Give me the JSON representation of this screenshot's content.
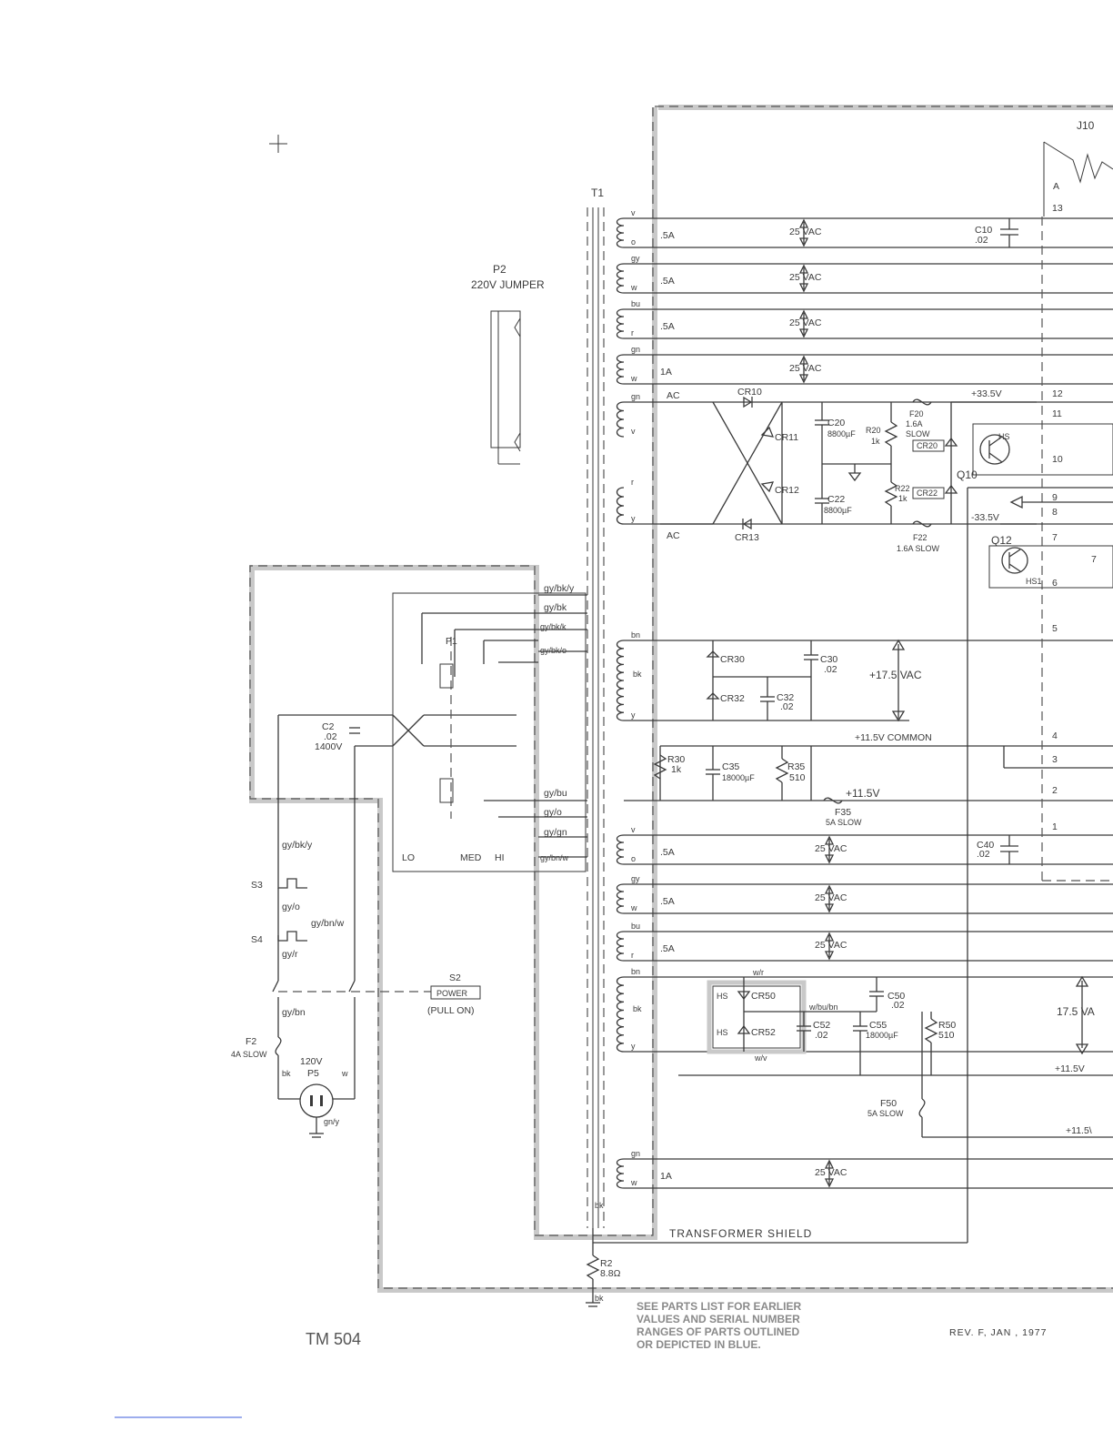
{
  "labels": {
    "j10": "J10",
    "t1": "T1",
    "p2_ref": "P2",
    "p2_desc": "220V JUMPER",
    "transformer_shield": "TRANSFORMER SHIELD",
    "tm504": "TM 504",
    "rev": "REV. F, JAN , 1977",
    "note_lines": [
      "SEE PARTS LIST FOR EARLIER",
      "VALUES AND SERIAL NUMBER",
      "RANGES OF PARTS OUTLINED",
      "OR DEPICTED IN BLUE."
    ],
    "vac_25": "25 VAC",
    "fuse_05a": ".5A",
    "fuse_1a": "1A",
    "ac": "AC",
    "plus_33_5v": "+33.5V",
    "minus_33_5v": "-33.5V",
    "cr10": "CR10",
    "cr11": "CR11",
    "cr12": "CR12",
    "cr13": "CR13",
    "c20": "C20",
    "c20_val": "8800µF",
    "c22": "C22",
    "c22_val": "8800µF",
    "r20": "R20",
    "r20_val": "1k",
    "r22": "R22",
    "r22_val": "1k",
    "f20": "F20",
    "f20_val": "1.6A",
    "f20_slow": "SLOW",
    "cr20": "CR20",
    "cr22": "CR22",
    "f22": "F22",
    "f22_val": "1.6A SLOW",
    "q10": "Q10",
    "q12": "Q12",
    "hs": "HS",
    "hs1": "HS1",
    "c10": "C10",
    "c10_val": ".02",
    "cr30": "CR30",
    "cr32": "CR32",
    "c30": "C30",
    "c30_val": ".02",
    "c32": "C32",
    "c32_val": ".02",
    "vac_17_5": "+17.5 VAC",
    "common_11_5": "+11.5V COMMON",
    "r30": "R30",
    "r30_val": "1k",
    "c35": "C35",
    "c35_val": "18000µF",
    "r35": "R35",
    "r35_val": "510",
    "plus_11_5v": "+11.5V",
    "f35": "F35",
    "f35_val": "5A SLOW",
    "c40": "C40",
    "c40_val": ".02",
    "cr50": "CR50",
    "cr52": "CR52",
    "c50": "C50",
    "c50_val": ".02",
    "c52": "C52",
    "c52_val": ".02",
    "c55": "C55",
    "c55_val": "18000µF",
    "r50": "R50",
    "r50_val": "510",
    "f50": "F50",
    "f50_val": "5A SLOW",
    "vac_17_5_right": "17.5 VA",
    "plus_11_5v_a": "+11.5V",
    "plus_11_5v_b": "+11.5\\",
    "w_r": "w/r",
    "w_v": "w/v",
    "w_bu_bn": "w/bu/bn",
    "c2": "C2",
    "c2_val": ".02",
    "c2_volt": "1400V",
    "p1": "P1",
    "lo": "LO",
    "med": "MED",
    "hi": "HI",
    "s2": "S2",
    "power": "POWER",
    "pull_on": "(PULL ON)",
    "s3": "S3",
    "s4": "S4",
    "f2": "F2",
    "f2_val": "4A SLOW",
    "v120": "120V",
    "p5": "P5",
    "r2": "R2",
    "r2_val": "8.8Ω",
    "bk": "bk",
    "w": "w",
    "gn_y": "gn/y",
    "gy_bk_y": "gy/bk/y",
    "gy_o": "gy/o",
    "gy_r": "gy/r",
    "gy_bn": "gy/bn",
    "gy_bn_w": "gy/bn/w",
    "prim_taps": [
      "gy/bk/y",
      "gy/bk",
      "gy/bk/k",
      "gy/bk/o",
      "gy/bu",
      "gy/o",
      "gy/gn",
      "gy/bn/w"
    ],
    "wire_v": "v",
    "wire_o": "o",
    "wire_gy": "gy",
    "wire_w": "w",
    "wire_bu": "bu",
    "wire_r": "r",
    "wire_gn": "gn",
    "wire_y": "y",
    "wire_bn": "bn",
    "wire_bk": "bk",
    "pins": [
      "A",
      "13",
      "12",
      "11",
      "10",
      "9",
      "8",
      "7",
      "6",
      "5",
      "4",
      "3",
      "2",
      "1",
      "7"
    ]
  }
}
